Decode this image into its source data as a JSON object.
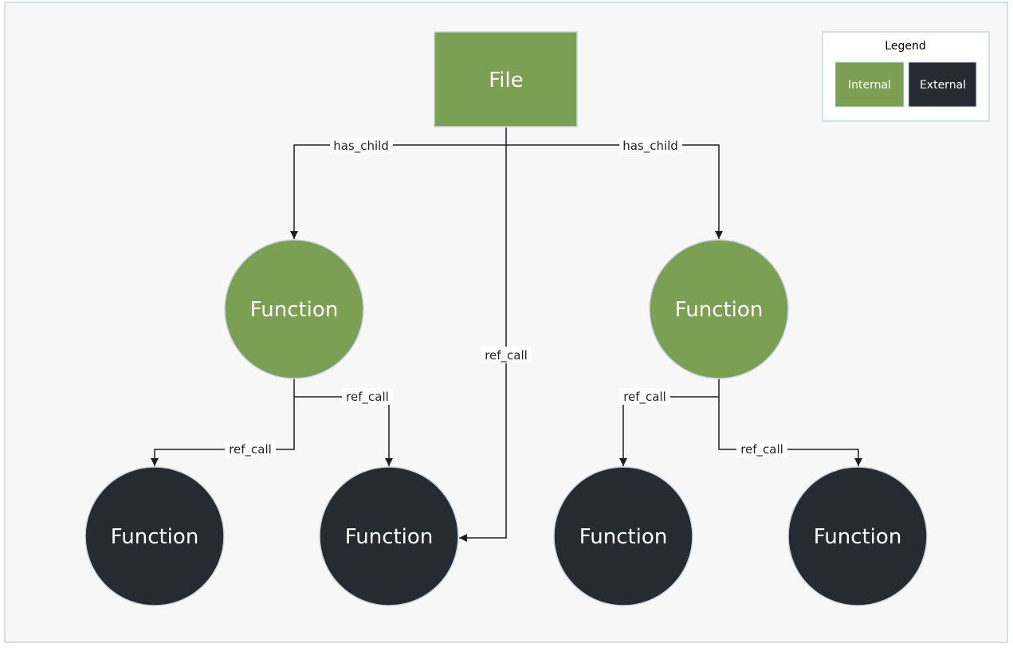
{
  "colors": {
    "internal": "#7ba053",
    "external": "#262a31",
    "edge": "#1b1f24",
    "background": "#f7f7f7",
    "frame": "#c7d6e4"
  },
  "nodes": {
    "file": {
      "label": "File",
      "kind": "internal"
    },
    "fn_left": {
      "label": "Function",
      "kind": "internal"
    },
    "fn_right": {
      "label": "Function",
      "kind": "internal"
    },
    "ext_1": {
      "label": "Function",
      "kind": "external"
    },
    "ext_2": {
      "label": "Function",
      "kind": "external"
    },
    "ext_3": {
      "label": "Function",
      "kind": "external"
    },
    "ext_4": {
      "label": "Function",
      "kind": "external"
    }
  },
  "edges": {
    "file_to_left": {
      "label": "has_child"
    },
    "file_to_right": {
      "label": "has_child"
    },
    "file_to_ext2": {
      "label": "ref_call"
    },
    "left_to_ext1": {
      "label": "ref_call"
    },
    "left_to_ext2": {
      "label": "ref_call"
    },
    "right_to_ext3": {
      "label": "ref_call"
    },
    "right_to_ext4": {
      "label": "ref_call"
    }
  },
  "legend": {
    "title": "Legend",
    "internal_label": "Internal",
    "external_label": "External"
  }
}
